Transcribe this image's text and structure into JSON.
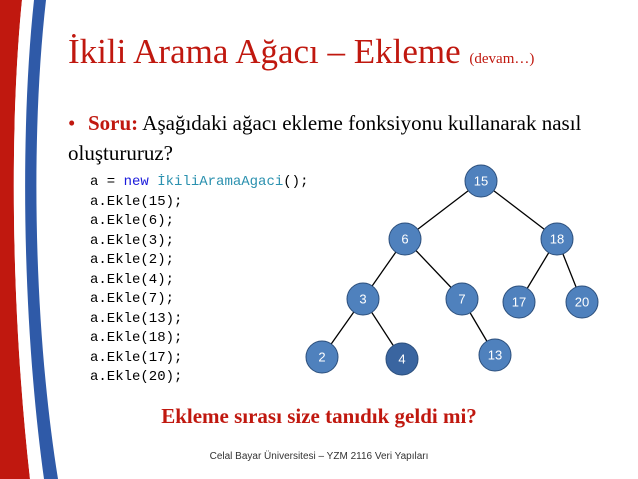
{
  "slide": {
    "title_main": "İkili Arama Ağacı – Ekleme",
    "title_sub": "(devam…)",
    "bullet_lead": "Soru:",
    "bullet_text": "Aşağıdaki ağacı ekleme fonksiyonu kullanarak nasıl oluştururuz?",
    "question": "Ekleme sırası size tanıdık geldi mi?",
    "footer": "Celal Bayar Üniversitesi – YZM 2116 Veri Yapıları"
  },
  "code": {
    "line1_prefix": "a = ",
    "line1_keyword": "new",
    "line1_class": "İkiliAramaAgaci",
    "line1_suffix": "();",
    "calls": [
      "a.Ekle(15);",
      "a.Ekle(6);",
      "a.Ekle(3);",
      "a.Ekle(2);",
      "a.Ekle(4);",
      "a.Ekle(7);",
      "a.Ekle(13);",
      "a.Ekle(18);",
      "a.Ekle(17);",
      "a.Ekle(20);"
    ]
  },
  "tree": {
    "node_color": "#4f81bd",
    "highlight_color": "#3a65a0",
    "text_color": "#ffffff",
    "nodes": [
      {
        "id": "15",
        "label": "15"
      },
      {
        "id": "6",
        "label": "6"
      },
      {
        "id": "18",
        "label": "18"
      },
      {
        "id": "3",
        "label": "3"
      },
      {
        "id": "7",
        "label": "7"
      },
      {
        "id": "17",
        "label": "17"
      },
      {
        "id": "20",
        "label": "20"
      },
      {
        "id": "2",
        "label": "2"
      },
      {
        "id": "4",
        "label": "4",
        "highlight": true
      },
      {
        "id": "13",
        "label": "13"
      }
    ],
    "edges": [
      [
        "15",
        "6"
      ],
      [
        "15",
        "18"
      ],
      [
        "6",
        "3"
      ],
      [
        "6",
        "7"
      ],
      [
        "3",
        "2"
      ],
      [
        "3",
        "4"
      ],
      [
        "7",
        "13"
      ],
      [
        "18",
        "17"
      ],
      [
        "18",
        "20"
      ]
    ]
  }
}
